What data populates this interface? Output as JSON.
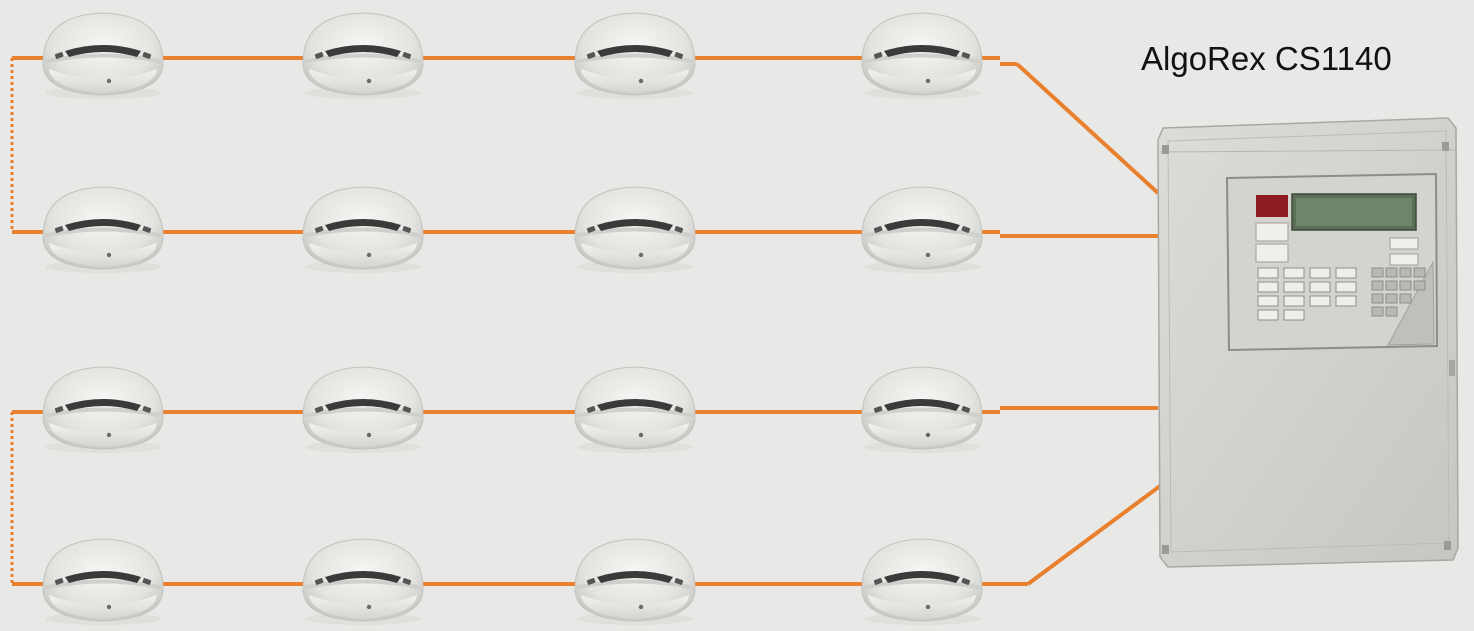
{
  "panel": {
    "title": "AlgoRex CS1140"
  },
  "colors": {
    "background": "#e8e8e6",
    "wire": "#e8802e",
    "detector_body": "#e9e9e6",
    "panel_housing": "#d6d4d0"
  },
  "loops": [
    {
      "rows": [
        {
          "detectors": [
            "smoke-detector",
            "smoke-detector",
            "smoke-detector",
            "smoke-detector"
          ]
        },
        {
          "detectors": [
            "smoke-detector",
            "smoke-detector",
            "smoke-detector",
            "smoke-detector"
          ]
        }
      ]
    },
    {
      "rows": [
        {
          "detectors": [
            "smoke-detector",
            "smoke-detector",
            "smoke-detector",
            "smoke-detector"
          ]
        },
        {
          "detectors": [
            "smoke-detector",
            "smoke-detector",
            "smoke-detector",
            "smoke-detector"
          ]
        }
      ]
    }
  ]
}
